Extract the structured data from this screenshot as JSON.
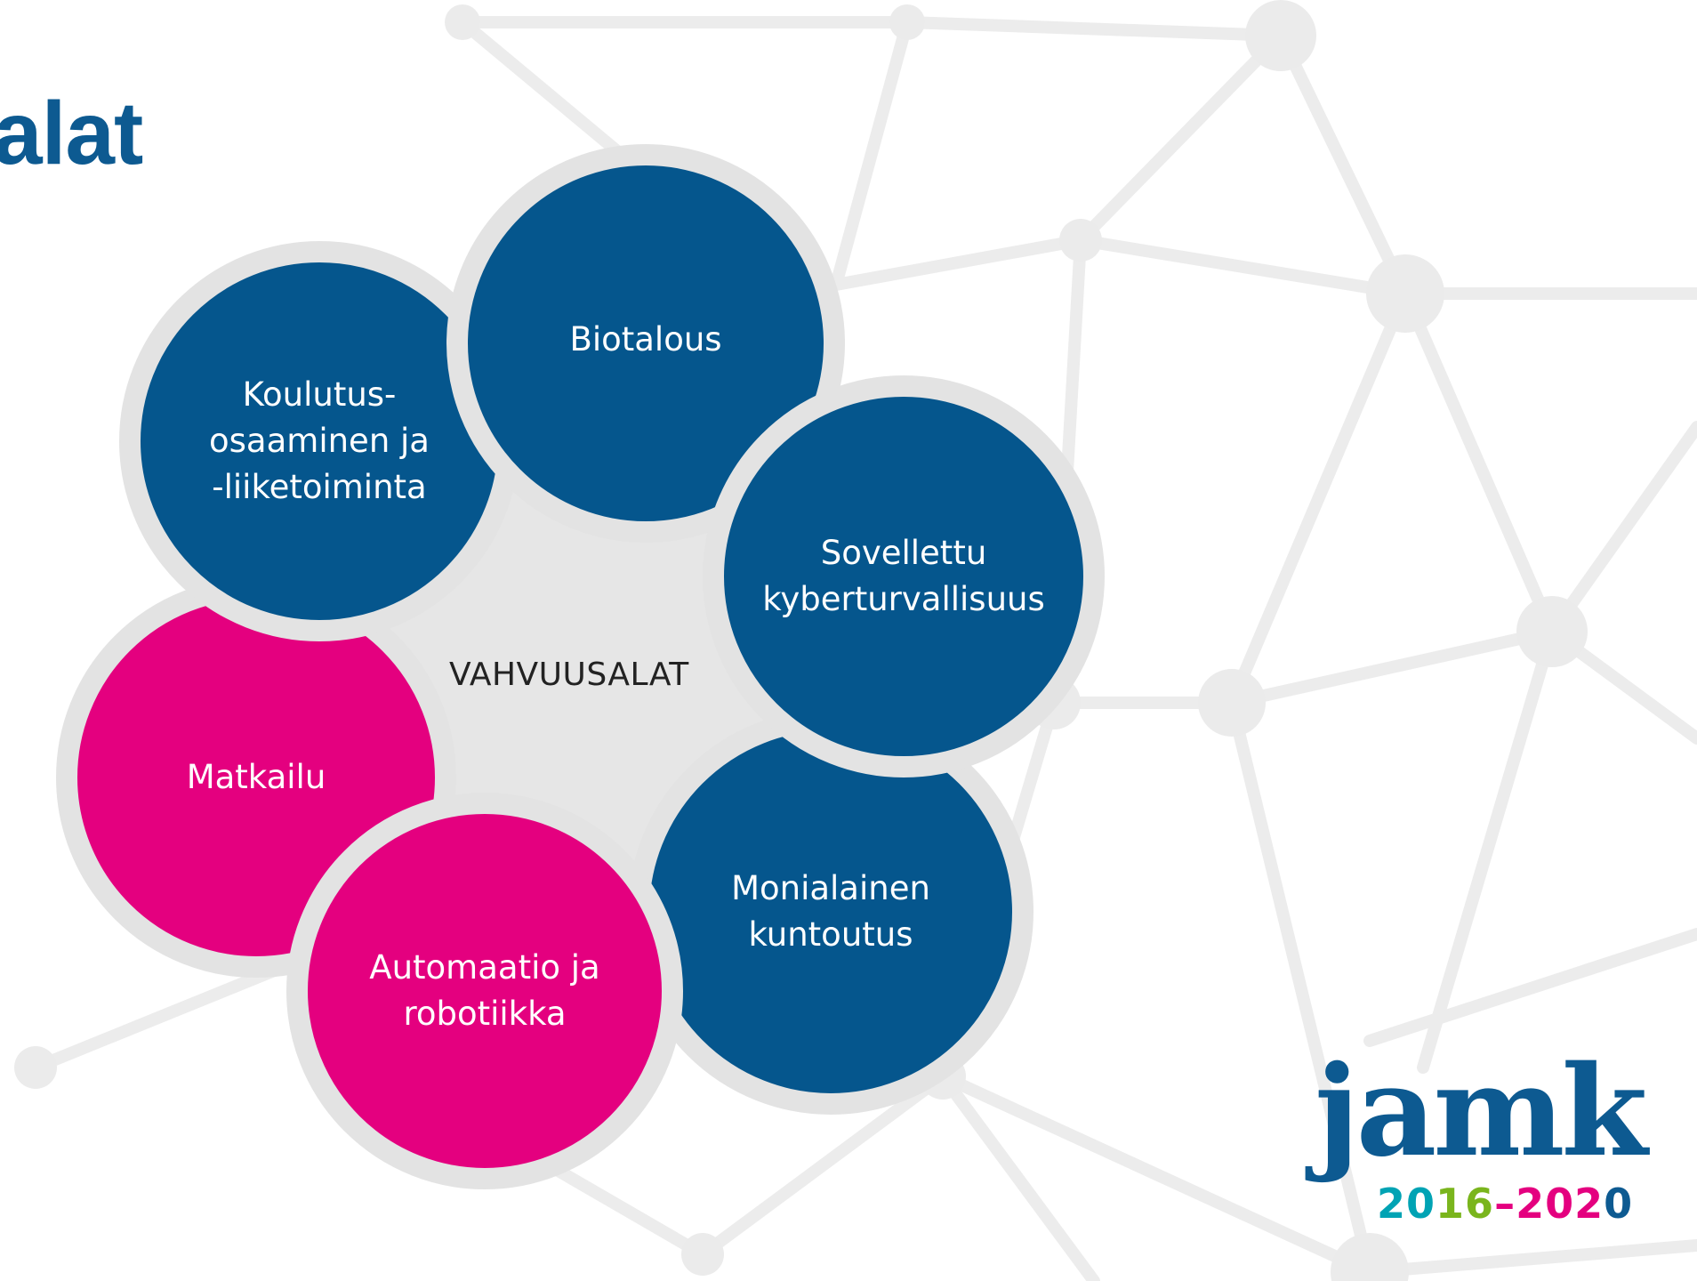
{
  "title": "alat",
  "center_label": "VAHVUUSALAT",
  "circles": [
    {
      "label_lines": [
        "Koulutus-",
        "osaaminen ja",
        "-liiketoiminta"
      ],
      "color": "#05568d"
    },
    {
      "label_lines": [
        "Biotalous"
      ],
      "color": "#05568d"
    },
    {
      "label_lines": [
        "Sovellettu",
        "kyberturvallisuus"
      ],
      "color": "#05568d"
    },
    {
      "label_lines": [
        "Matkailu"
      ],
      "color": "#e4007f"
    },
    {
      "label_lines": [
        "Automaatio ja",
        "robotiikka"
      ],
      "color": "#e4007f"
    },
    {
      "label_lines": [
        "Monialainen",
        "kuntoutus"
      ],
      "color": "#05568d"
    }
  ],
  "logo": {
    "word": "jamk",
    "years": "2016–2020",
    "year_colors": [
      "#00a3b4",
      "#00a3b4",
      "#7ab51d",
      "#7ab51d",
      "#e4007f",
      "#e4007f",
      "#e4007f",
      "#e4007f",
      "#0d5a91"
    ]
  },
  "colors": {
    "title": "#0d5a91",
    "blue": "#05568d",
    "pink": "#e4007f",
    "ring": "#e3e3e3",
    "network": "#ebebeb"
  }
}
